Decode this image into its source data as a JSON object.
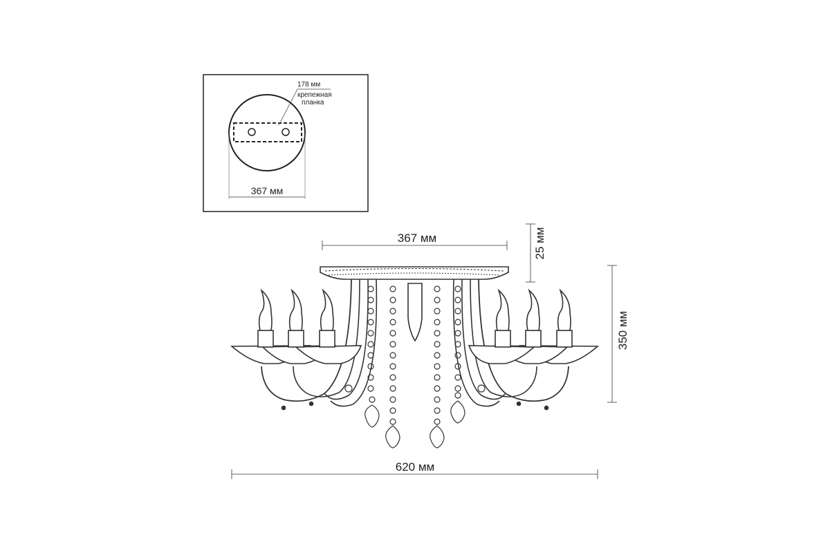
{
  "inset": {
    "callout_size": "178 мм",
    "callout_label_line1": "крепежная",
    "callout_label_line2": "планка",
    "canopy_width": "367 мм"
  },
  "main": {
    "canopy_width": "367 мм",
    "canopy_height": "25 мм",
    "total_height": "350 мм",
    "total_width": "620 мм"
  },
  "colors": {
    "line": "#333333",
    "text": "#222222",
    "background": "#ffffff"
  }
}
